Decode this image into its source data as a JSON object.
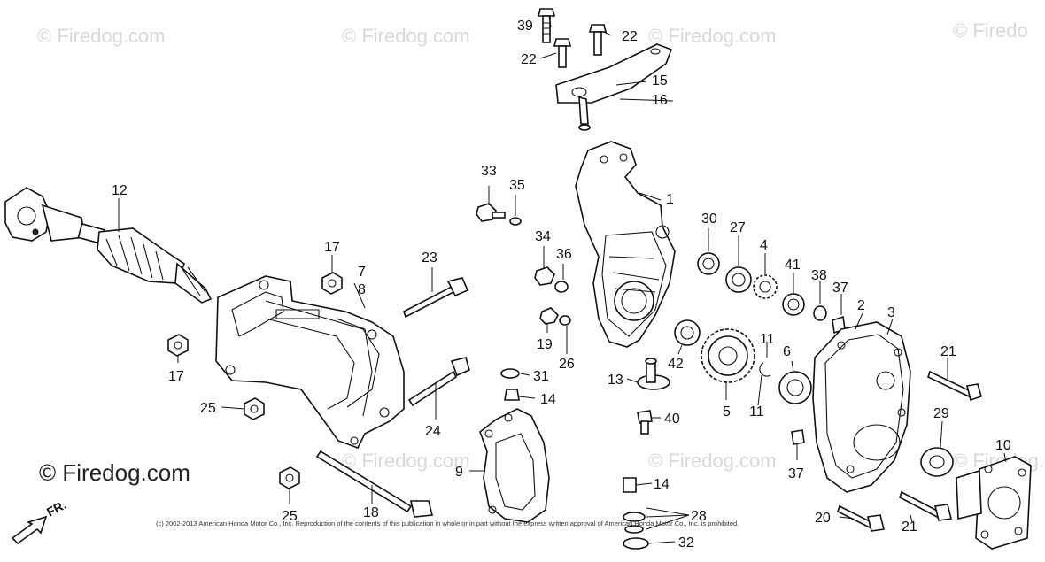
{
  "watermarks": {
    "small": [
      "© Firedog.com",
      "© Firedog.com",
      "© Firedog.com",
      "© Firedo",
      "© Firedog.com",
      "© Firedog.com",
      "© Firedog.com"
    ],
    "large": "© Firedog.com"
  },
  "copyright": "(c) 2002-2013 American Honda Motor Co., Inc. Reproduction of the contents of this publication in whole or in part without the express written approval of American Honda Motor Co., Inc. is prohibited.",
  "direction_label": "FR.",
  "callouts": [
    "39",
    "22",
    "22",
    "15",
    "16",
    "1",
    "12",
    "33",
    "35",
    "34",
    "36",
    "17",
    "7",
    "8",
    "23",
    "17",
    "19",
    "26",
    "25",
    "24",
    "31",
    "14",
    "9",
    "13",
    "40",
    "42",
    "5",
    "30",
    "27",
    "4",
    "41",
    "38",
    "37",
    "2",
    "3",
    "11",
    "11",
    "6",
    "21",
    "37",
    "29",
    "10",
    "14",
    "28",
    "32",
    "25",
    "18",
    "20",
    "21"
  ]
}
